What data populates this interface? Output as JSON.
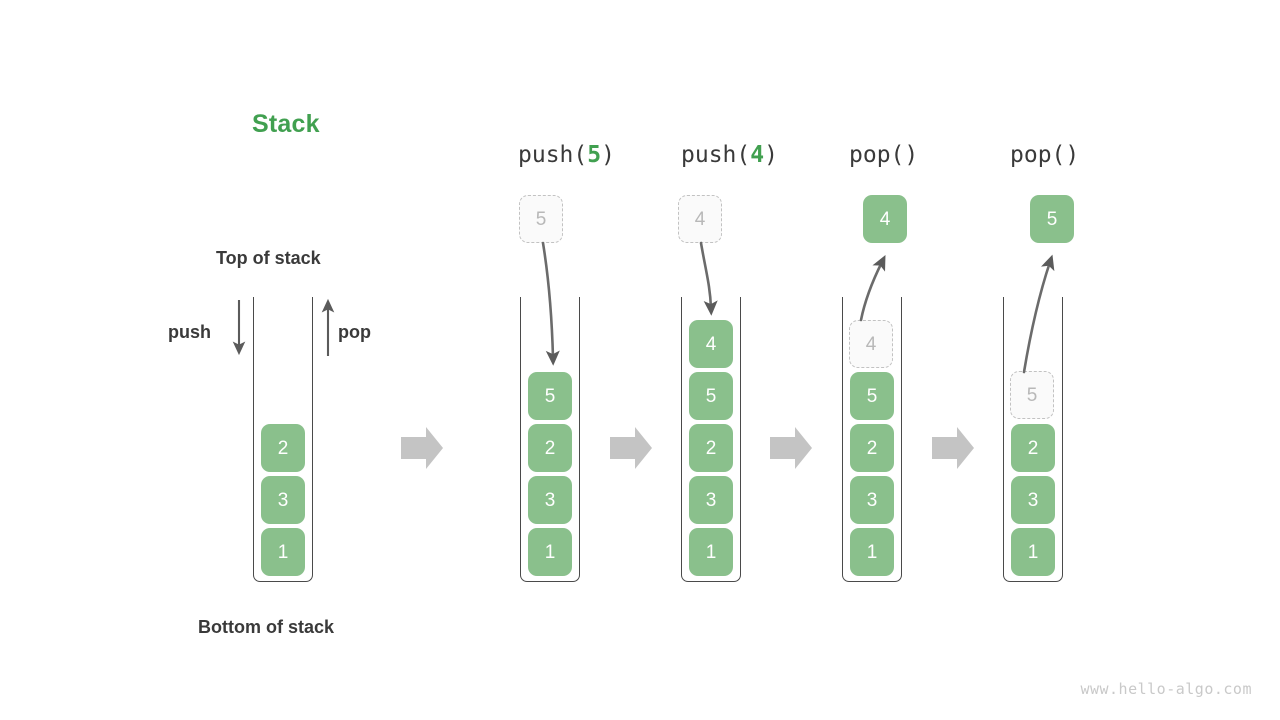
{
  "diagram": {
    "title": "Stack",
    "title_color": "#41a050",
    "accent_color": "#8ac08c",
    "ghost_color": "#b8b8b8",
    "text_color": "#3a3a3a",
    "arrow_color": "#c4c4c4",
    "watermark": "www.hello-algo.com"
  },
  "labels": {
    "top_of_stack": "Top of stack",
    "bottom_of_stack": "Bottom of stack",
    "push": "push",
    "pop": "pop"
  },
  "steps": [
    {
      "id": "initial",
      "header": null,
      "header_prefix": null,
      "header_arg": null,
      "header_suffix": null,
      "stack": [
        "2",
        "3",
        "1"
      ],
      "floating": null,
      "ghost_in_stack": null
    },
    {
      "id": "push-5",
      "header_prefix": "push(",
      "header_arg": "5",
      "header_suffix": ")",
      "stack": [
        "5",
        "2",
        "3",
        "1"
      ],
      "floating": {
        "value": "5",
        "style": "ghost"
      },
      "ghost_in_stack": null
    },
    {
      "id": "push-4",
      "header_prefix": "push(",
      "header_arg": "4",
      "header_suffix": ")",
      "stack": [
        "4",
        "5",
        "2",
        "3",
        "1"
      ],
      "floating": {
        "value": "4",
        "style": "ghost"
      },
      "ghost_in_stack": null
    },
    {
      "id": "pop-1",
      "header_prefix": "pop(",
      "header_arg": "",
      "header_suffix": ")",
      "stack": [
        "5",
        "2",
        "3",
        "1"
      ],
      "floating": {
        "value": "4",
        "style": "solid"
      },
      "ghost_in_stack": {
        "value": "4"
      }
    },
    {
      "id": "pop-2",
      "header_prefix": "pop(",
      "header_arg": "",
      "header_suffix": ")",
      "stack": [
        "2",
        "3",
        "1"
      ],
      "floating": {
        "value": "5",
        "style": "solid"
      },
      "ghost_in_stack": {
        "value": "5"
      }
    }
  ],
  "separators": [
    "transition-arrow-1",
    "transition-arrow-2",
    "transition-arrow-3",
    "transition-arrow-4"
  ]
}
